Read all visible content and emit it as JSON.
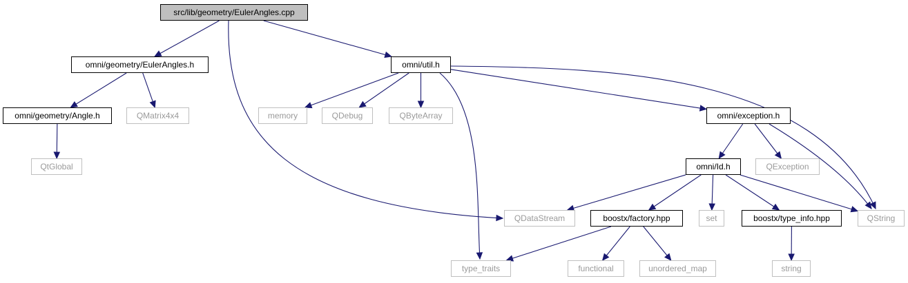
{
  "graph": {
    "nodes": [
      {
        "id": "euler_cpp",
        "label": "src/lib/geometry/EulerAngles.cpp",
        "kind": "root"
      },
      {
        "id": "euler_h",
        "label": "omni/geometry/EulerAngles.h",
        "kind": "doc"
      },
      {
        "id": "util_h",
        "label": "omni/util.h",
        "kind": "doc"
      },
      {
        "id": "angle_h",
        "label": "omni/geometry/Angle.h",
        "kind": "doc"
      },
      {
        "id": "qmatrix",
        "label": "QMatrix4x4",
        "kind": "ext"
      },
      {
        "id": "memory",
        "label": "memory",
        "kind": "ext"
      },
      {
        "id": "qdebug",
        "label": "QDebug",
        "kind": "ext"
      },
      {
        "id": "qbytearray",
        "label": "QByteArray",
        "kind": "ext"
      },
      {
        "id": "exception_h",
        "label": "omni/exception.h",
        "kind": "doc"
      },
      {
        "id": "qtglobal",
        "label": "QtGlobal",
        "kind": "ext"
      },
      {
        "id": "id_h",
        "label": "omni/Id.h",
        "kind": "doc"
      },
      {
        "id": "qexception",
        "label": "QException",
        "kind": "ext"
      },
      {
        "id": "qdatastream",
        "label": "QDataStream",
        "kind": "ext"
      },
      {
        "id": "factory_hpp",
        "label": "boostx/factory.hpp",
        "kind": "doc"
      },
      {
        "id": "set",
        "label": "set",
        "kind": "ext"
      },
      {
        "id": "typeinfo_hpp",
        "label": "boostx/type_info.hpp",
        "kind": "doc"
      },
      {
        "id": "qstring",
        "label": "QString",
        "kind": "ext"
      },
      {
        "id": "type_traits",
        "label": "type_traits",
        "kind": "ext"
      },
      {
        "id": "functional",
        "label": "functional",
        "kind": "ext"
      },
      {
        "id": "unordered_map",
        "label": "unordered_map",
        "kind": "ext"
      },
      {
        "id": "string",
        "label": "string",
        "kind": "ext"
      }
    ],
    "edges": [
      {
        "from": "euler_cpp",
        "to": "euler_h"
      },
      {
        "from": "euler_cpp",
        "to": "util_h"
      },
      {
        "from": "euler_cpp",
        "to": "qdatastream"
      },
      {
        "from": "euler_h",
        "to": "angle_h"
      },
      {
        "from": "euler_h",
        "to": "qmatrix"
      },
      {
        "from": "angle_h",
        "to": "qtglobal"
      },
      {
        "from": "util_h",
        "to": "memory"
      },
      {
        "from": "util_h",
        "to": "qdebug"
      },
      {
        "from": "util_h",
        "to": "qbytearray"
      },
      {
        "from": "util_h",
        "to": "exception_h"
      },
      {
        "from": "util_h",
        "to": "qstring"
      },
      {
        "from": "util_h",
        "to": "type_traits"
      },
      {
        "from": "exception_h",
        "to": "id_h"
      },
      {
        "from": "exception_h",
        "to": "qexception"
      },
      {
        "from": "exception_h",
        "to": "qstring"
      },
      {
        "from": "id_h",
        "to": "qdatastream"
      },
      {
        "from": "id_h",
        "to": "factory_hpp"
      },
      {
        "from": "id_h",
        "to": "set"
      },
      {
        "from": "id_h",
        "to": "typeinfo_hpp"
      },
      {
        "from": "id_h",
        "to": "qstring"
      },
      {
        "from": "factory_hpp",
        "to": "type_traits"
      },
      {
        "from": "factory_hpp",
        "to": "functional"
      },
      {
        "from": "factory_hpp",
        "to": "unordered_map"
      },
      {
        "from": "typeinfo_hpp",
        "to": "string"
      }
    ]
  },
  "colors": {
    "edge": "#191970",
    "root_fill": "#bfbfbf",
    "doc_border": "#000000",
    "ext_border": "#bfbfbf",
    "ext_text": "#9a9a9a"
  }
}
